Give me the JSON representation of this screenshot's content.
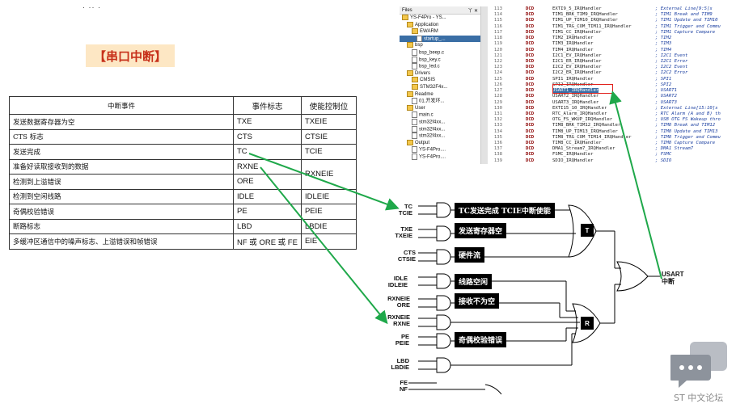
{
  "slide": {
    "top_mark": "· ·· ·",
    "title": "【串口中断】"
  },
  "table": {
    "headers": [
      "中断事件",
      "事件标志",
      "使能控制位"
    ],
    "rows": [
      {
        "event": "发送数据寄存器为空",
        "flag": "TXE",
        "enable": "TXEIE"
      },
      {
        "event": "CTS 标志",
        "flag": "CTS",
        "enable": "CTSIE"
      },
      {
        "event": "发送完成",
        "flag": "TC",
        "enable": "TCIE"
      },
      {
        "event": "准备好读取接收到的数据",
        "flag": "RXNE",
        "enable": "RXNEIE"
      },
      {
        "event": "检测到上溢错误",
        "flag": "ORE",
        "enable": ""
      },
      {
        "event": "检测到空闲线路",
        "flag": "IDLE",
        "enable": "IDLEIE"
      },
      {
        "event": "奇偶校验错误",
        "flag": "PE",
        "enable": "PEIE"
      },
      {
        "event": "断路标志",
        "flag": "LBD",
        "enable": "LBDIE"
      },
      {
        "event": "多缓冲区通信中的噪声标志、上溢错误和帧错误",
        "flag": "NF 或 ORE 或 FE",
        "enable": "EIE"
      }
    ]
  },
  "files_panel": {
    "title": "Files",
    "header_icons": "丫 ✕",
    "items": [
      {
        "label": "YS-F4Pro - YS...",
        "level": 0,
        "type": "project",
        "selected": false
      },
      {
        "label": "Application",
        "level": 1,
        "type": "folder",
        "selected": false
      },
      {
        "label": "EWARM",
        "level": 2,
        "type": "folder",
        "selected": false
      },
      {
        "label": "startup_...",
        "level": 3,
        "type": "file",
        "selected": true
      },
      {
        "label": "bsp",
        "level": 1,
        "type": "folder",
        "selected": false
      },
      {
        "label": "bsp_beep.c",
        "level": 2,
        "type": "file",
        "selected": false
      },
      {
        "label": "bsp_key.c",
        "level": 2,
        "type": "file",
        "selected": false
      },
      {
        "label": "bsp_led.c",
        "level": 2,
        "type": "file",
        "selected": false
      },
      {
        "label": "Drivers",
        "level": 1,
        "type": "folder",
        "selected": false
      },
      {
        "label": "CMSIS",
        "level": 2,
        "type": "folder",
        "selected": false
      },
      {
        "label": "STM32F4x...",
        "level": 2,
        "type": "folder",
        "selected": false
      },
      {
        "label": "Readme",
        "level": 1,
        "type": "folder",
        "selected": false
      },
      {
        "label": "01.开发环...",
        "level": 2,
        "type": "file",
        "selected": false
      },
      {
        "label": "User",
        "level": 1,
        "type": "folder",
        "selected": false
      },
      {
        "label": "main.c",
        "level": 2,
        "type": "file",
        "selected": false
      },
      {
        "label": "stm32f4xx...",
        "level": 2,
        "type": "file",
        "selected": false
      },
      {
        "label": "stm32f4xx...",
        "level": 2,
        "type": "file",
        "selected": false
      },
      {
        "label": "stm32f4xx...",
        "level": 2,
        "type": "file",
        "selected": false
      },
      {
        "label": "Output",
        "level": 1,
        "type": "folder",
        "selected": false
      },
      {
        "label": "YS-F4Pro....",
        "level": 2,
        "type": "file",
        "selected": false
      },
      {
        "label": "YS-F4Pro....",
        "level": 2,
        "type": "file",
        "selected": false
      }
    ]
  },
  "code": {
    "lines": [
      {
        "num": "113",
        "dir": "DCD",
        "handler": "EXTI9_5_IRQHandler",
        "comment": "; External Line[9:5]s",
        "highlight": false
      },
      {
        "num": "114",
        "dir": "DCD",
        "handler": "TIM1_BRK_TIM9_IRQHandler",
        "comment": "; TIM1 Break and TIM9",
        "highlight": false
      },
      {
        "num": "115",
        "dir": "DCD",
        "handler": "TIM1_UP_TIM10_IRQHandler",
        "comment": "; TIM1 Update and TIM10",
        "highlight": false
      },
      {
        "num": "116",
        "dir": "DCD",
        "handler": "TIM1_TRG_COM_TIM11_IRQHandler",
        "comment": "; TIM1 Trigger and Commu",
        "highlight": false
      },
      {
        "num": "117",
        "dir": "DCD",
        "handler": "TIM1_CC_IRQHandler",
        "comment": "; TIM1 Capture Compare",
        "highlight": false
      },
      {
        "num": "118",
        "dir": "DCD",
        "handler": "TIM2_IRQHandler",
        "comment": "; TIM2",
        "highlight": false
      },
      {
        "num": "119",
        "dir": "DCD",
        "handler": "TIM3_IRQHandler",
        "comment": "; TIM3",
        "highlight": false
      },
      {
        "num": "120",
        "dir": "DCD",
        "handler": "TIM4_IRQHandler",
        "comment": "; TIM4",
        "highlight": false
      },
      {
        "num": "121",
        "dir": "DCD",
        "handler": "I2C1_EV_IRQHandler",
        "comment": "; I2C1 Event",
        "highlight": false
      },
      {
        "num": "122",
        "dir": "DCD",
        "handler": "I2C1_ER_IRQHandler",
        "comment": "; I2C1 Error",
        "highlight": false
      },
      {
        "num": "123",
        "dir": "DCD",
        "handler": "I2C2_EV_IRQHandler",
        "comment": "; I2C2 Event",
        "highlight": false
      },
      {
        "num": "124",
        "dir": "DCD",
        "handler": "I2C2_ER_IRQHandler",
        "comment": "; I2C2 Error",
        "highlight": false
      },
      {
        "num": "125",
        "dir": "DCD",
        "handler": "SPI1_IRQHandler",
        "comment": "; SPI1",
        "highlight": false
      },
      {
        "num": "126",
        "dir": "DCD",
        "handler": "SPI2_IRQHandler",
        "comment": "; SPI2",
        "highlight": false
      },
      {
        "num": "127",
        "dir": "DCD",
        "handler": "USART1_IRQHandler",
        "comment": "; USART1",
        "highlight": true
      },
      {
        "num": "128",
        "dir": "DCD",
        "handler": "USART2_IRQHandler",
        "comment": "; USART2",
        "highlight": false
      },
      {
        "num": "129",
        "dir": "DCD",
        "handler": "USART3_IRQHandler",
        "comment": "; USART3",
        "highlight": false
      },
      {
        "num": "130",
        "dir": "DCD",
        "handler": "EXTI15_10_IRQHandler",
        "comment": "; External Line[15:10]s",
        "highlight": false
      },
      {
        "num": "131",
        "dir": "DCD",
        "handler": "RTC_Alarm_IRQHandler",
        "comment": "; RTC Alarm (A and B) th",
        "highlight": false
      },
      {
        "num": "132",
        "dir": "DCD",
        "handler": "OTG_FS_WKUP_IRQHandler",
        "comment": "; USB OTG FS Wakeup thro",
        "highlight": false
      },
      {
        "num": "133",
        "dir": "DCD",
        "handler": "TIM8_BRK_TIM12_IRQHandler",
        "comment": "; TIM8 Break and TIM12",
        "highlight": false
      },
      {
        "num": "134",
        "dir": "DCD",
        "handler": "TIM8_UP_TIM13_IRQHandler",
        "comment": "; TIM8 Update and TIM13",
        "highlight": false
      },
      {
        "num": "135",
        "dir": "DCD",
        "handler": "TIM8_TRG_COM_TIM14_IRQHandler",
        "comment": "; TIM8 Trigger and Commu",
        "highlight": false
      },
      {
        "num": "136",
        "dir": "DCD",
        "handler": "TIM8_CC_IRQHandler",
        "comment": "; TIM8 Capture Compare",
        "highlight": false
      },
      {
        "num": "137",
        "dir": "DCD",
        "handler": "DMA1_Stream7_IRQHandler",
        "comment": "; DMA1 Stream7",
        "highlight": false
      },
      {
        "num": "138",
        "dir": "DCD",
        "handler": "FSMC_IRQHandler",
        "comment": "; FSMC",
        "highlight": false
      },
      {
        "num": "139",
        "dir": "DCD",
        "handler": "SDIO_IRQHandler",
        "comment": "; SDIO",
        "highlight": false
      }
    ]
  },
  "diagram": {
    "signals": {
      "tc": "TC",
      "tcie": "TCIE",
      "txe": "TXE",
      "txeie": "TXEIE",
      "cts": "CTS",
      "ctsie": "CTSIE",
      "idle": "IDLE",
      "idleie": "IDLEIE",
      "rxneie": "RXNEIE",
      "ore": "ORE",
      "rxneie2": "RXNEIE",
      "rxne": "RXNE",
      "pe": "PE",
      "peie": "PEIE",
      "lbd": "LBD",
      "lbdie": "LBDIE",
      "fe": "FE",
      "nf": "NF"
    },
    "annotations": {
      "tc_enable": "TC发送完成  TCIE中断使能",
      "tx_empty": "发送寄存器空",
      "hw_flow": "硬件流",
      "line_idle": "线路空闲",
      "rx_not_empty": "接收不为空",
      "parity_error": "奇偶校验错误"
    },
    "gate_t": "T",
    "gate_r": "R",
    "output_line1": "USART",
    "output_line2": "中断"
  },
  "watermark": {
    "text": "ST 中文论坛"
  },
  "colors": {
    "arrow": "#1fa84a",
    "highlight_box": "#e0201b",
    "title_bg": "#fde7c4",
    "title_fg": "#c7311b"
  }
}
